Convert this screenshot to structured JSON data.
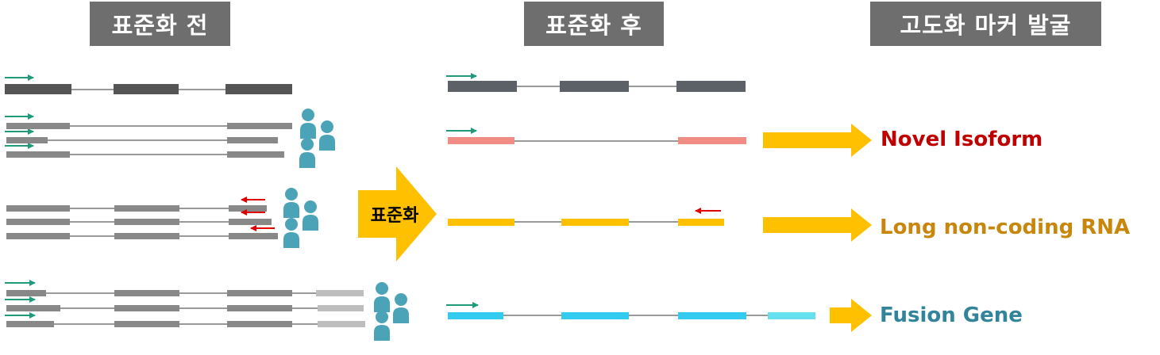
{
  "headers": {
    "before": "표준화 전",
    "after": "표준화 후",
    "marker": "고도화 마커 발굴"
  },
  "center_arrow": {
    "label": "표준화",
    "color": "#ffc000"
  },
  "outputs": [
    {
      "label": "Novel Isoform",
      "color": "#c00000"
    },
    {
      "label": "Long non-coding RNA",
      "color": "#c8860a"
    },
    {
      "label": "Fusion Gene",
      "color": "#31849b"
    }
  ],
  "colors": {
    "header_bg": "#6e6e6e",
    "exon_dark": "#555555",
    "exon_gray": "#888888",
    "exon_light": "#bdbdbd",
    "normalized_ref": "#5b6167",
    "novel_isoform_exon": "#f08c84",
    "lncrna_exon": "#ffc000",
    "fusion_exon": "#33ccf0",
    "fusion_exon_light": "#66e0ee",
    "forward_arrow": "#1f9a7a",
    "reverse_arrow": "#e00000",
    "person_icon": "#4ba3b8",
    "output_arrow": "#ffc000"
  }
}
